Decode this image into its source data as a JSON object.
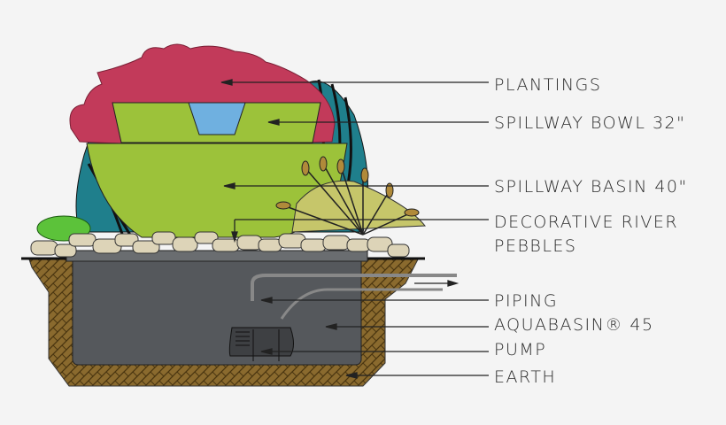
{
  "labels": {
    "plantings": "PLANTINGS",
    "spillway_bowl": "SPILLWAY BOWL 32\"",
    "spillway_basin": "SPILLWAY BASIN 40\"",
    "pebbles_line1": "DECORATIVE RIVER",
    "pebbles_line2": "PEBBLES",
    "piping": "PIPING",
    "aquabasin": "AQUABASIN® 45",
    "pump": "PUMP",
    "earth": "EARTH"
  },
  "colors": {
    "plantings": "#c23a5a",
    "grass": "#1f7f8c",
    "bowl": "#9cc23a",
    "water": "#6fb0e0",
    "basin": "#55585c",
    "earth": "#8a6a2e",
    "pebbles": "#ddd4b8"
  }
}
